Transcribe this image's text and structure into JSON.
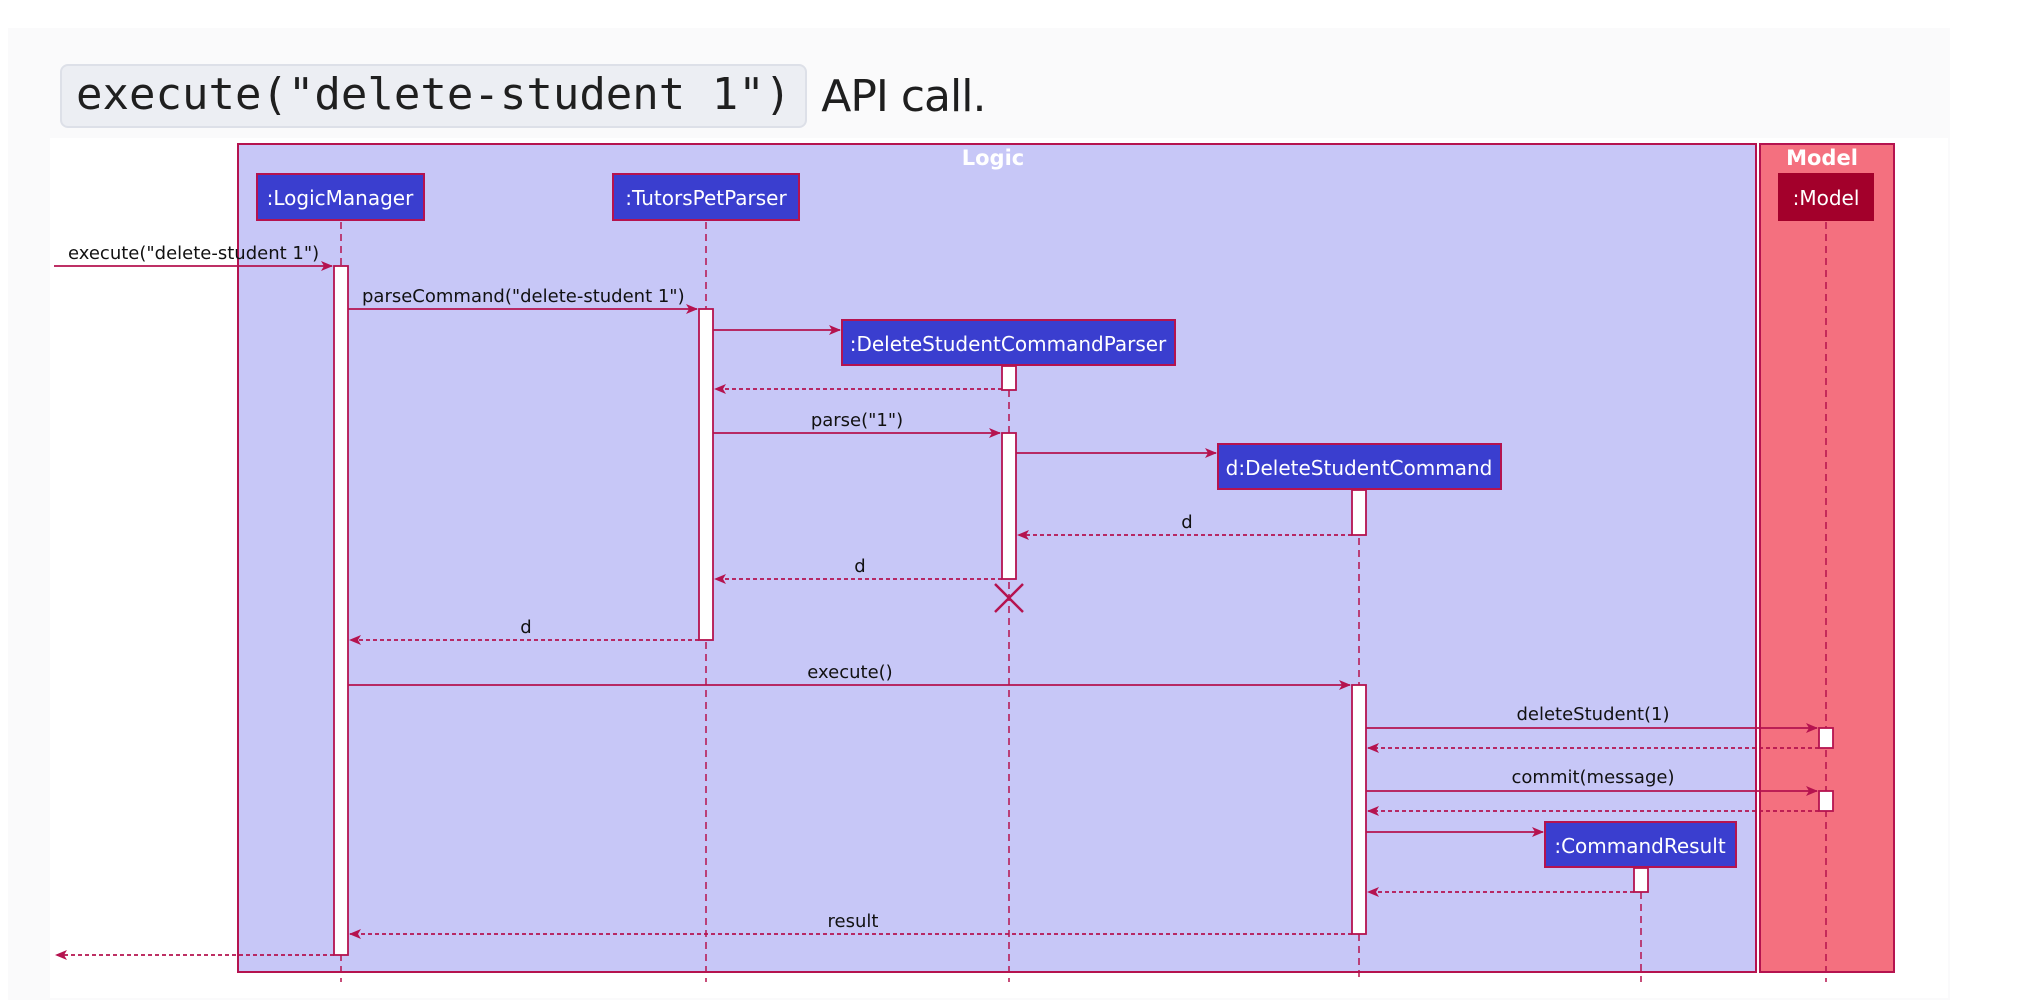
{
  "heading": {
    "code": "execute(\"delete-student 1\")",
    "text": "API call."
  },
  "diagram": {
    "boxes": {
      "logic": "Logic",
      "model": "Model"
    },
    "participants": {
      "logic_manager": ":LogicManager",
      "parser": ":TutorsPetParser",
      "delete_parser": ":DeleteStudentCommandParser",
      "delete_command": "d:DeleteStudentCommand",
      "command_result": ":CommandResult",
      "model": ":Model"
    },
    "messages": {
      "m1": "execute(\"delete-student 1\")",
      "m2": "parseCommand(\"delete-student 1\")",
      "m3": "parse(\"1\")",
      "m4": "d",
      "m5": "d",
      "m6": "d",
      "m7": "execute()",
      "m8": "deleteStudent(1)",
      "m9": "commit(message)",
      "m10": "result"
    },
    "colors": {
      "logic_box": "#c7c7f7",
      "model_box": "#f4707f",
      "participant_fill": "#3a3ecf",
      "model_participant_fill": "#a3002b",
      "line": "#b5134f"
    }
  }
}
